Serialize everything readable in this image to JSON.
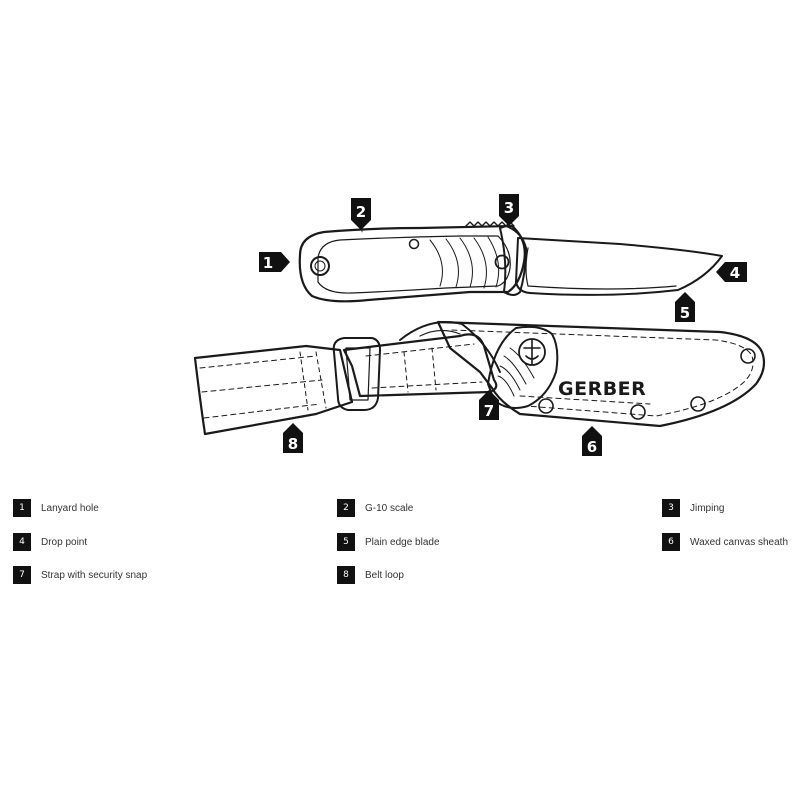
{
  "brand": "GERBER",
  "callouts": [
    "1",
    "2",
    "3",
    "4",
    "5",
    "6",
    "7",
    "8"
  ],
  "legend": [
    {
      "num": "1",
      "label": "Lanyard hole"
    },
    {
      "num": "2",
      "label": "G-10 scale"
    },
    {
      "num": "3",
      "label": "Jimping"
    },
    {
      "num": "4",
      "label": "Drop point"
    },
    {
      "num": "5",
      "label": "Plain edge blade"
    },
    {
      "num": "6",
      "label": "Waxed canvas sheath"
    },
    {
      "num": "7",
      "label": "Strap with security snap"
    },
    {
      "num": "8",
      "label": "Belt loop"
    }
  ],
  "colors": {
    "ink": "#1a1a1a",
    "badge": "#111111",
    "paper": "#ffffff"
  }
}
